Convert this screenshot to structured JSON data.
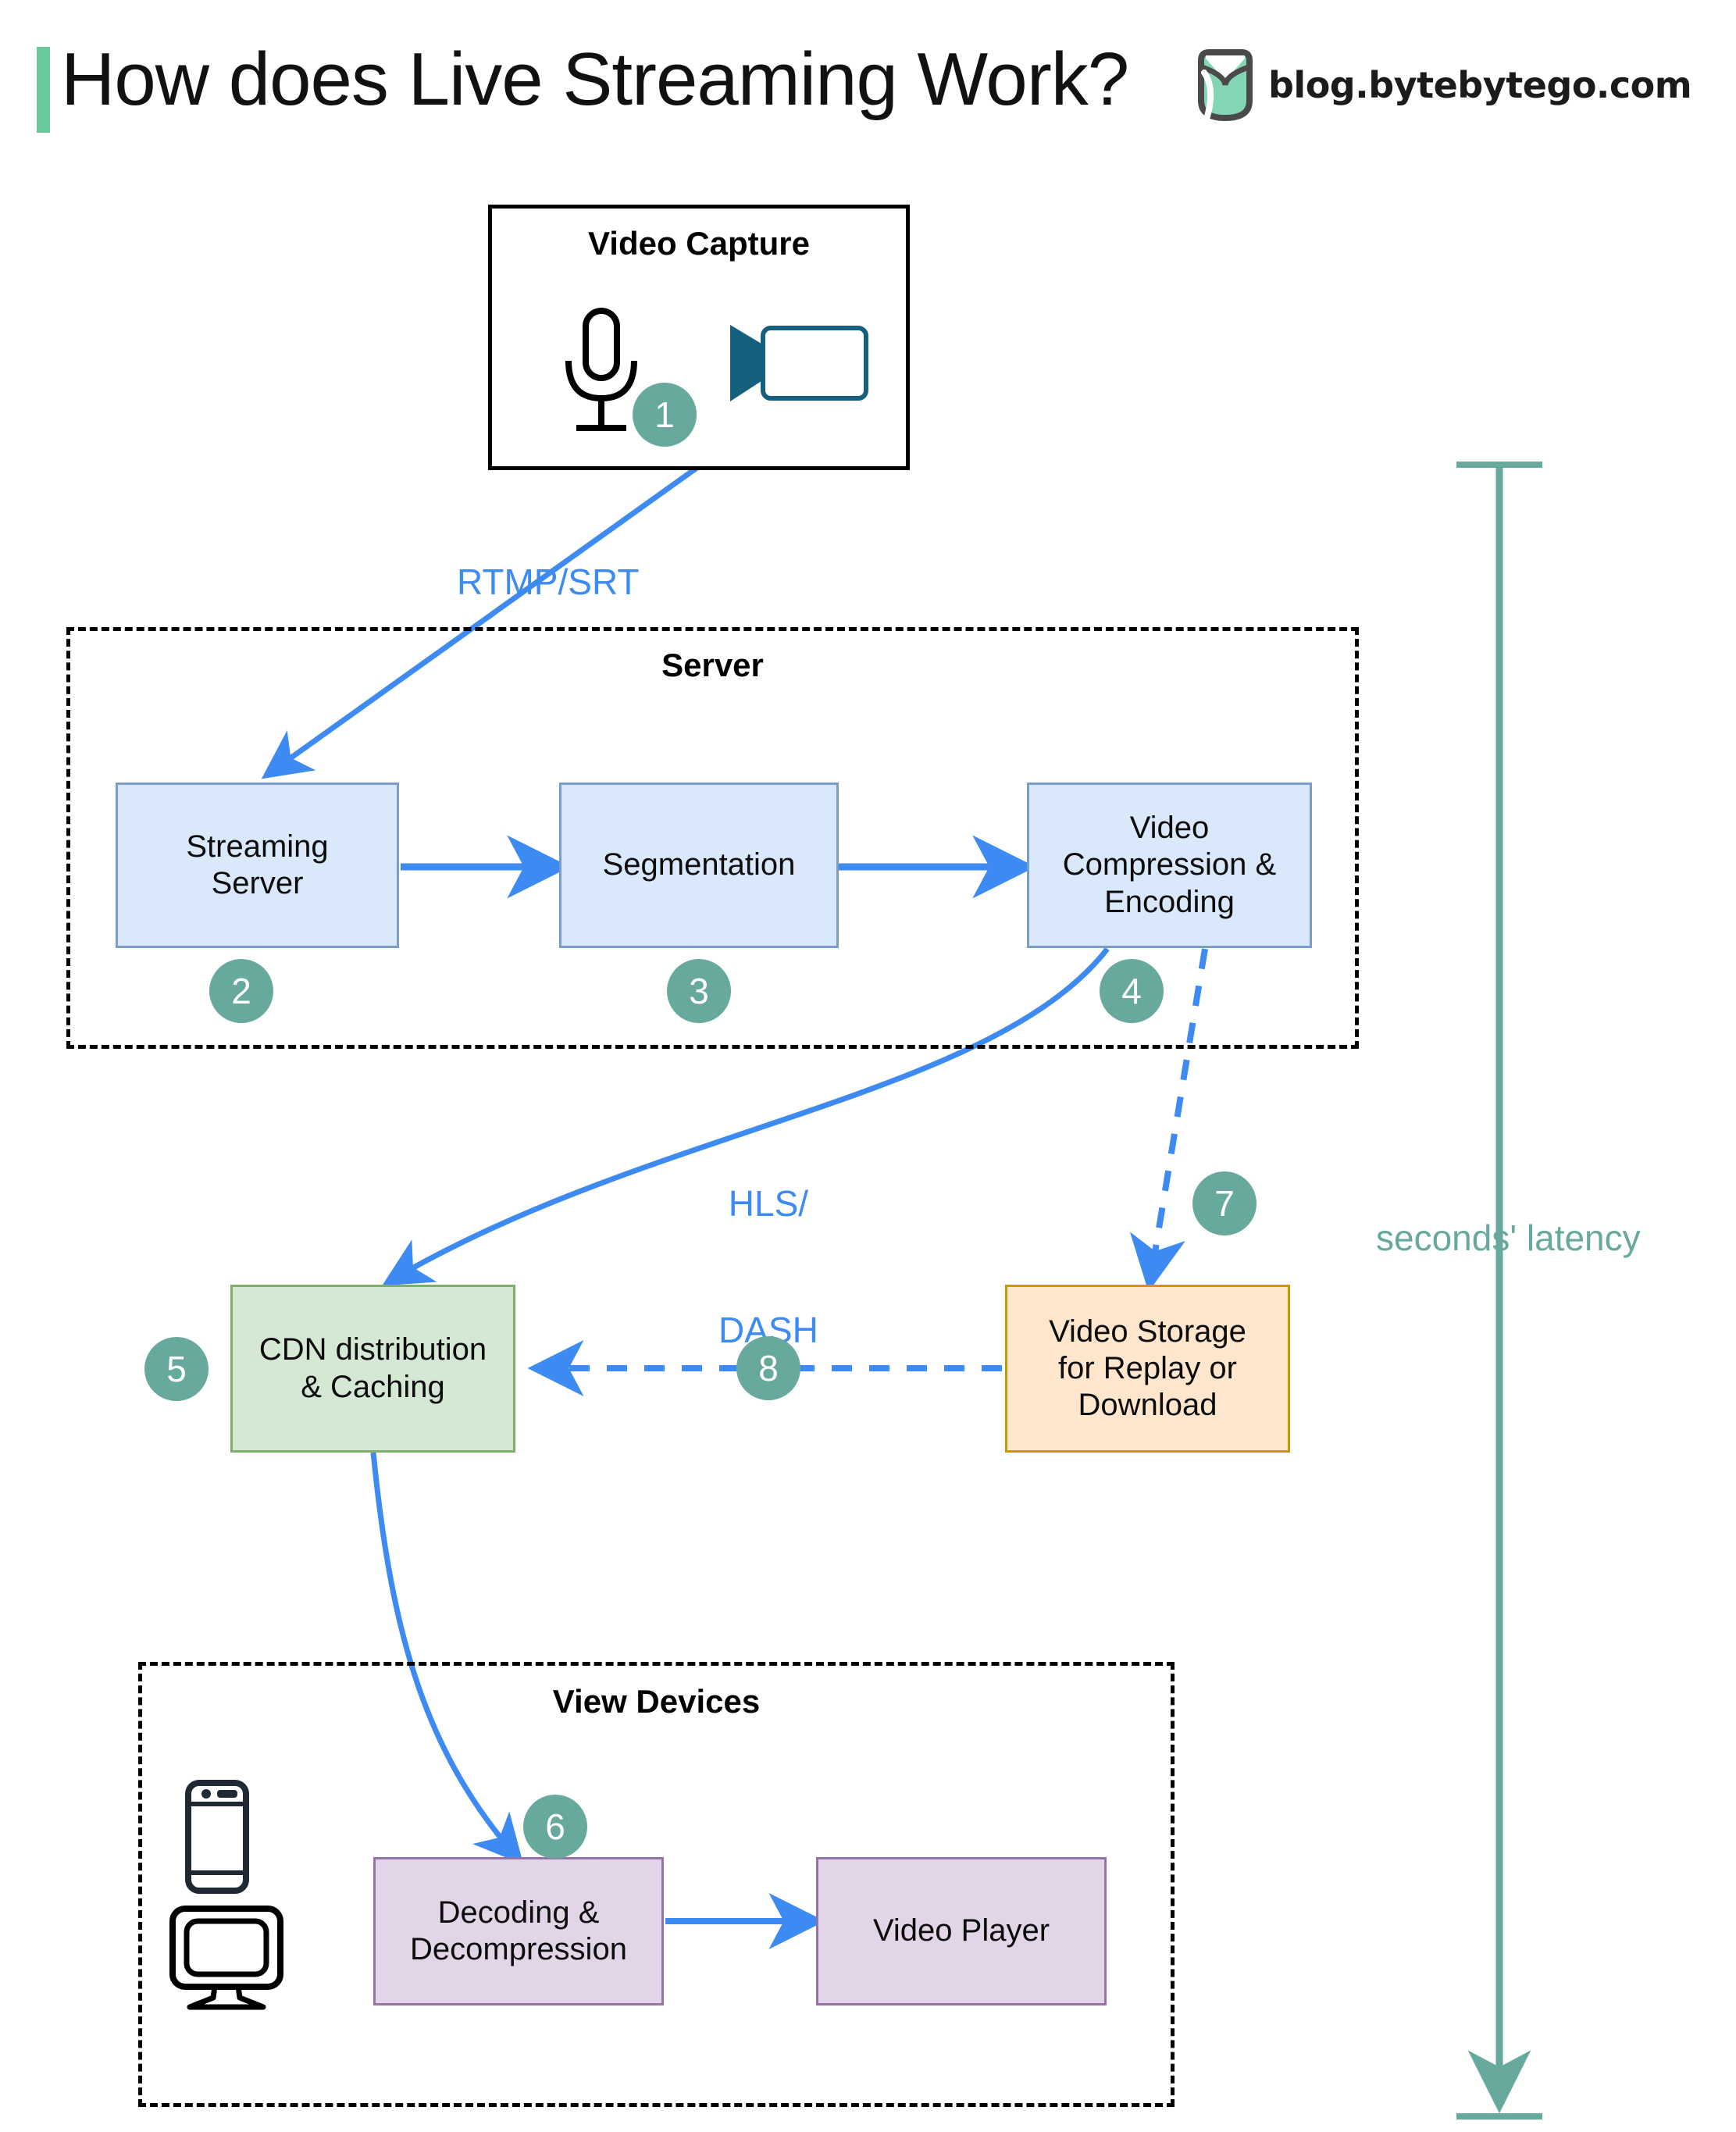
{
  "header": {
    "title": "How does Live Streaming Work?",
    "brand_text": "blog.bytebytego.com",
    "brand_logo_icon": "bytebytego-logo-icon",
    "accent_color": "#6ac99b"
  },
  "groups": {
    "capture": {
      "title": "Video Capture",
      "style": "solid"
    },
    "server": {
      "title": "Server",
      "style": "dashed"
    },
    "devices": {
      "title": "View Devices",
      "style": "dashed"
    }
  },
  "icons": {
    "microphone": "microphone-icon",
    "camera": "video-camera-icon",
    "smartphone": "smartphone-icon",
    "monitor": "desktop-monitor-icon"
  },
  "nodes": [
    {
      "id": "streaming-server",
      "label": "Streaming\nServer",
      "color": "blue",
      "step": "2"
    },
    {
      "id": "segmentation",
      "label": "Segmentation",
      "color": "blue",
      "step": "3"
    },
    {
      "id": "video-compression",
      "label": "Video\nCompression &\nEncoding",
      "color": "blue",
      "step": "4"
    },
    {
      "id": "cdn",
      "label": "CDN distribution\n& Caching",
      "color": "green",
      "step": "5"
    },
    {
      "id": "video-storage",
      "label": "Video Storage\nfor Replay or\nDownload",
      "color": "orange",
      "step": "7"
    },
    {
      "id": "decoding",
      "label": "Decoding &\nDecompression",
      "color": "purple",
      "step": "6"
    },
    {
      "id": "video-player",
      "label": "Video Player",
      "color": "purple",
      "step": ""
    }
  ],
  "steps": [
    {
      "n": "1"
    },
    {
      "n": "2"
    },
    {
      "n": "3"
    },
    {
      "n": "4"
    },
    {
      "n": "5"
    },
    {
      "n": "6"
    },
    {
      "n": "7"
    },
    {
      "n": "8"
    }
  ],
  "step_labels": {
    "s1": "1",
    "s2": "2",
    "s3": "3",
    "s4": "4",
    "s5": "5",
    "s6": "6",
    "s7": "7",
    "s8": "8"
  },
  "node_labels": {
    "streaming_server_l1": "Streaming",
    "streaming_server_l2": "Server",
    "segmentation": "Segmentation",
    "compression_l1": "Video",
    "compression_l2": "Compression &",
    "compression_l3": "Encoding",
    "cdn_l1": "CDN distribution",
    "cdn_l2": "& Caching",
    "storage_l1": "Video Storage",
    "storage_l2": "for Replay or",
    "storage_l3": "Download",
    "decoding_l1": "Decoding &",
    "decoding_l2": "Decompression",
    "video_player": "Video Player"
  },
  "edges": {
    "rtmp_label": "RTMP/SRT",
    "hls_label_l1": "HLS/",
    "hls_label_l2": "DASH",
    "edge_color": "#3d8bf2"
  },
  "latency": {
    "label": "seconds' latency",
    "color": "#67a99c"
  },
  "colors": {
    "blue_fill": "#dae8fc",
    "blue_stroke": "#7a9dc4",
    "green_fill": "#d5e8d4",
    "green_stroke": "#7fb06b",
    "orange_fill": "#ffe6cc",
    "orange_stroke": "#cf9600",
    "purple_fill": "#e1d5e7",
    "purple_stroke": "#9673a6",
    "badge": "#67a99c",
    "arrow": "#3d8bf2",
    "camera_icon": "#16607f"
  }
}
